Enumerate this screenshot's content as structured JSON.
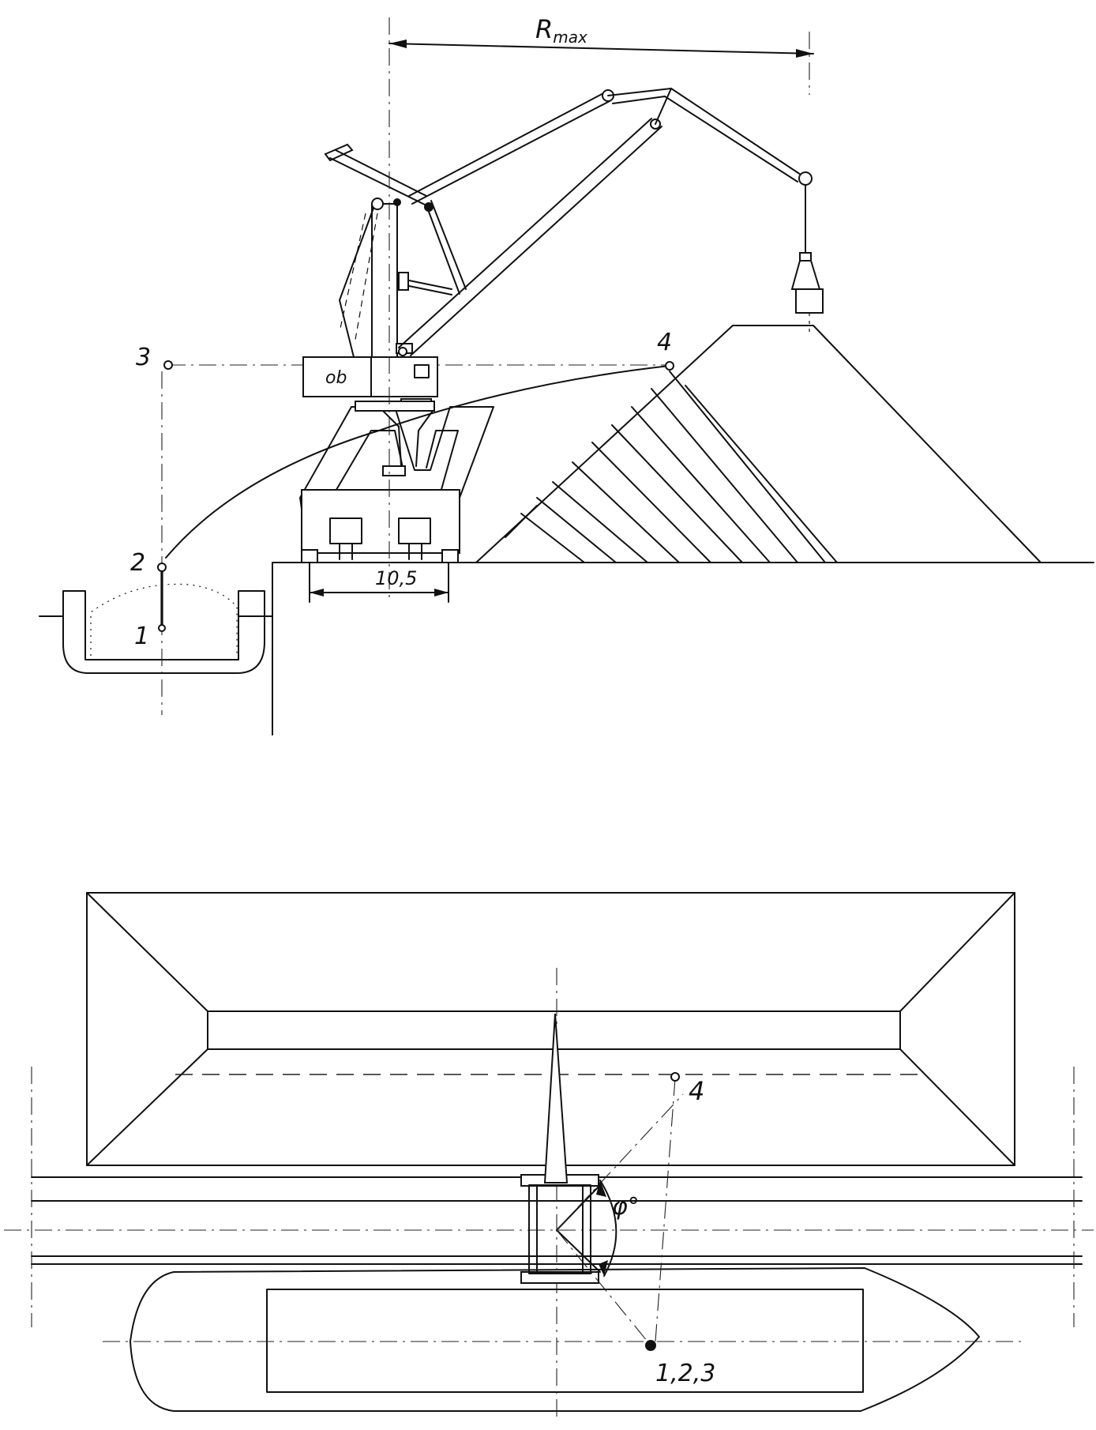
{
  "labels": {
    "r_max_main": "R",
    "r_max_sub": "max",
    "dimension_width": "10,5",
    "angle": "φ°",
    "point_1": "1",
    "point_2": "2",
    "point_3": "3",
    "point_4_side": "4",
    "point_4_plan": "4",
    "points_123_plan": "1,2,3",
    "cab_mark": "ob"
  },
  "colors": {
    "ink": "#111111",
    "paper": "#ffffff"
  }
}
